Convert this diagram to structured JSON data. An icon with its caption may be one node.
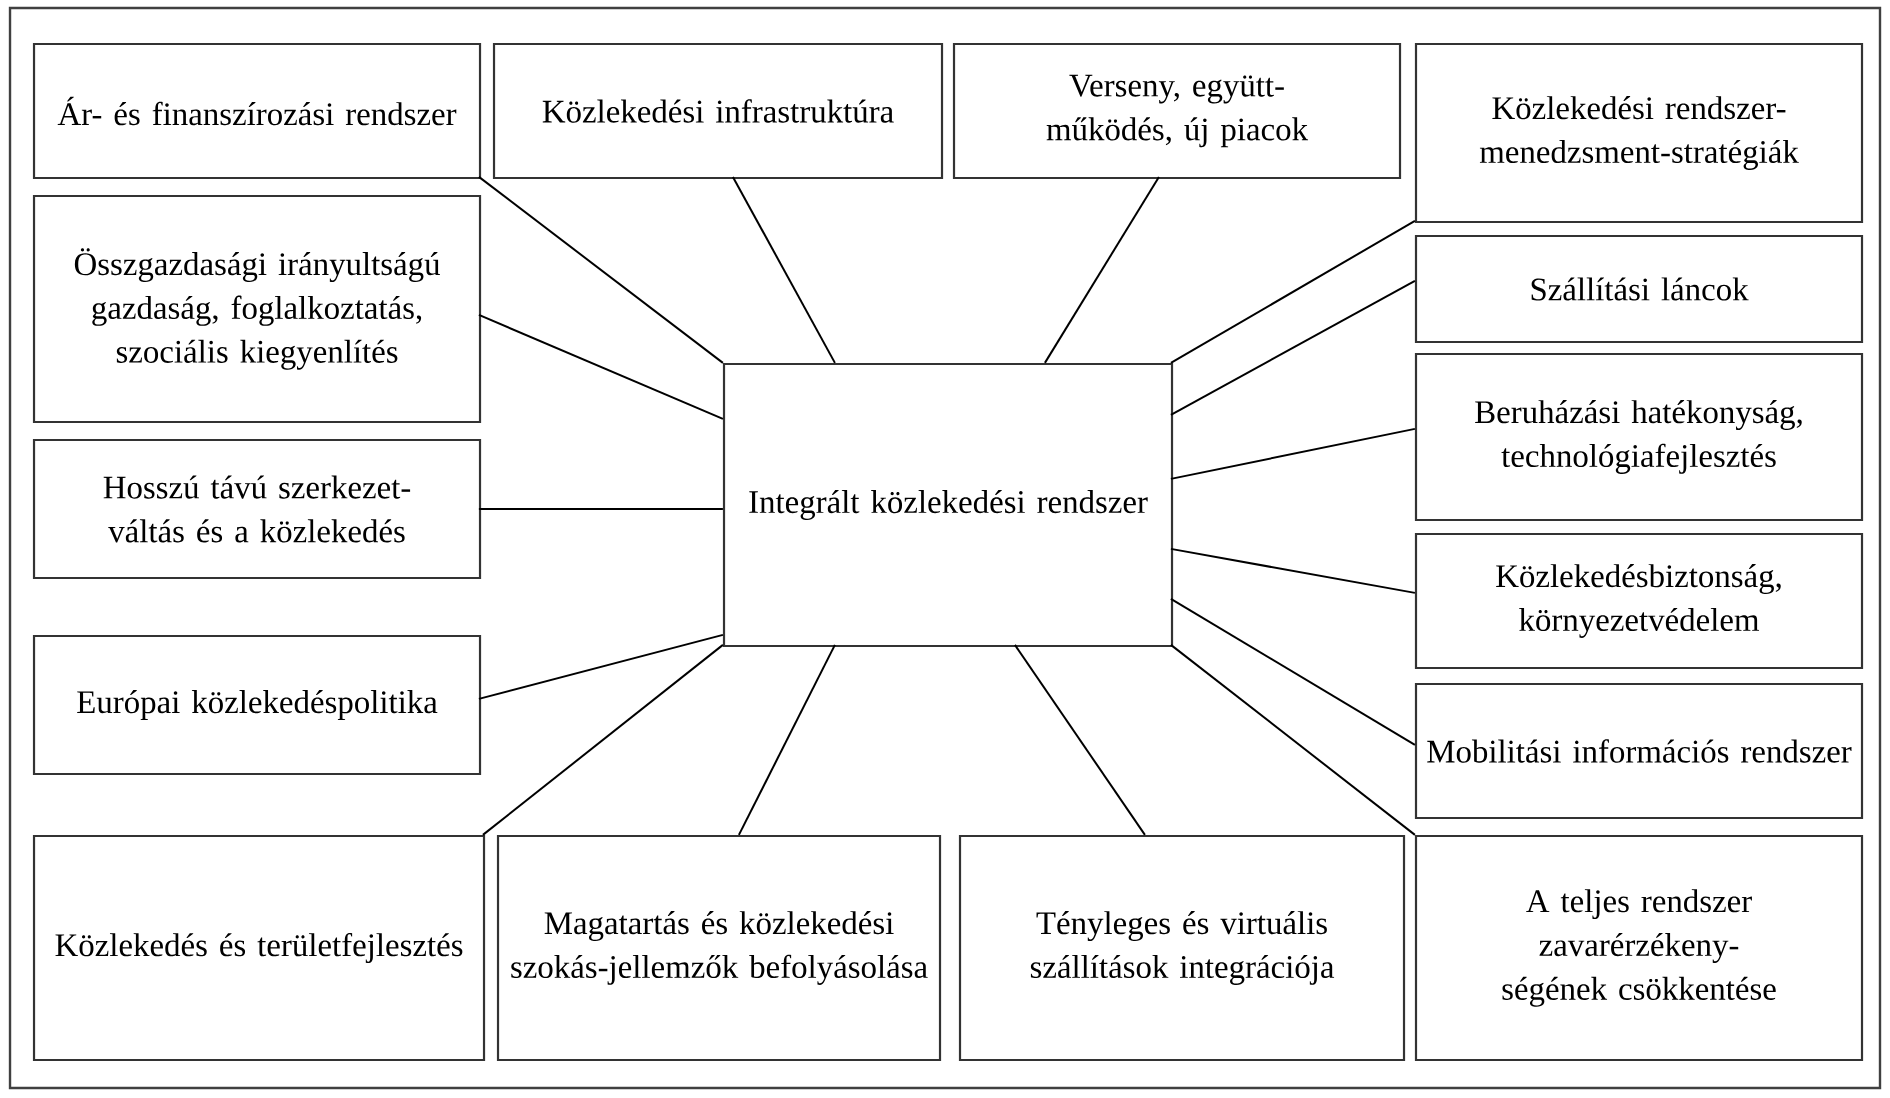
{
  "diagram": {
    "nodes": [
      {
        "text": [
          "Ár- és finanszírozási rendszer"
        ]
      },
      {
        "text": [
          "Közlekedési infrastruktúra"
        ]
      },
      {
        "text": [
          "Verseny, együtt-működés, új piacok"
        ]
      },
      {
        "text": [
          "Közlekedési rendszer-menedzsment-stratégiák"
        ]
      },
      {
        "text": [
          "Összgazdasági irányultságú gazdaság, foglalkoztatás, szociális kiegyenlítés"
        ]
      },
      {
        "text": [
          "Szállítási láncok"
        ]
      },
      {
        "text": [
          "Integrált közlekedési rendszer"
        ]
      },
      {
        "text": [
          "Hosszú távú szerkezet-váltás és a közlekedés"
        ]
      },
      {
        "text": [
          "Beruházási hatékonyság, technológiafejlesztés"
        ]
      },
      {
        "text": [
          "Európai közlekedéspolitika"
        ]
      },
      {
        "text": [
          "Közlekedésbiztonság, környezetvédelem"
        ]
      },
      {
        "text": [
          "Mobilitási információs rendszer"
        ]
      },
      {
        "text": [
          "Közlekedés és területfejlesztés"
        ]
      },
      {
        "text": [
          "Magatartás és közlekedési szokás-jellemzők befolyásolása"
        ]
      },
      {
        "text": [
          "Tényleges és virtuális szállítások integrációja"
        ]
      },
      {
        "text": [
          "A teljes rendszer zavarérzékeny-ségének csökkentése"
        ]
      }
    ],
    "edges": [
      {
        "from": 6,
        "to": 0,
        "arrow": "none"
      },
      {
        "from": 6,
        "to": 1,
        "arrow": "none"
      },
      {
        "from": 6,
        "to": 2,
        "arrow": "none"
      },
      {
        "from": 6,
        "to": 3,
        "arrow": "none"
      },
      {
        "from": 6,
        "to": 4,
        "arrow": "none"
      },
      {
        "from": 6,
        "to": 5,
        "arrow": "none"
      },
      {
        "from": 6,
        "to": 7,
        "arrow": "none"
      },
      {
        "from": 6,
        "to": 8,
        "arrow": "none"
      },
      {
        "from": 6,
        "to": 9,
        "arrow": "none"
      },
      {
        "from": 6,
        "to": 10,
        "arrow": "none"
      },
      {
        "from": 6,
        "to": 11,
        "arrow": "none"
      },
      {
        "from": 6,
        "to": 12,
        "arrow": "none"
      },
      {
        "from": 6,
        "to": 13,
        "arrow": "none"
      },
      {
        "from": 6,
        "to": 14,
        "arrow": "none"
      },
      {
        "from": 6,
        "to": 15,
        "arrow": "none"
      }
    ]
  }
}
